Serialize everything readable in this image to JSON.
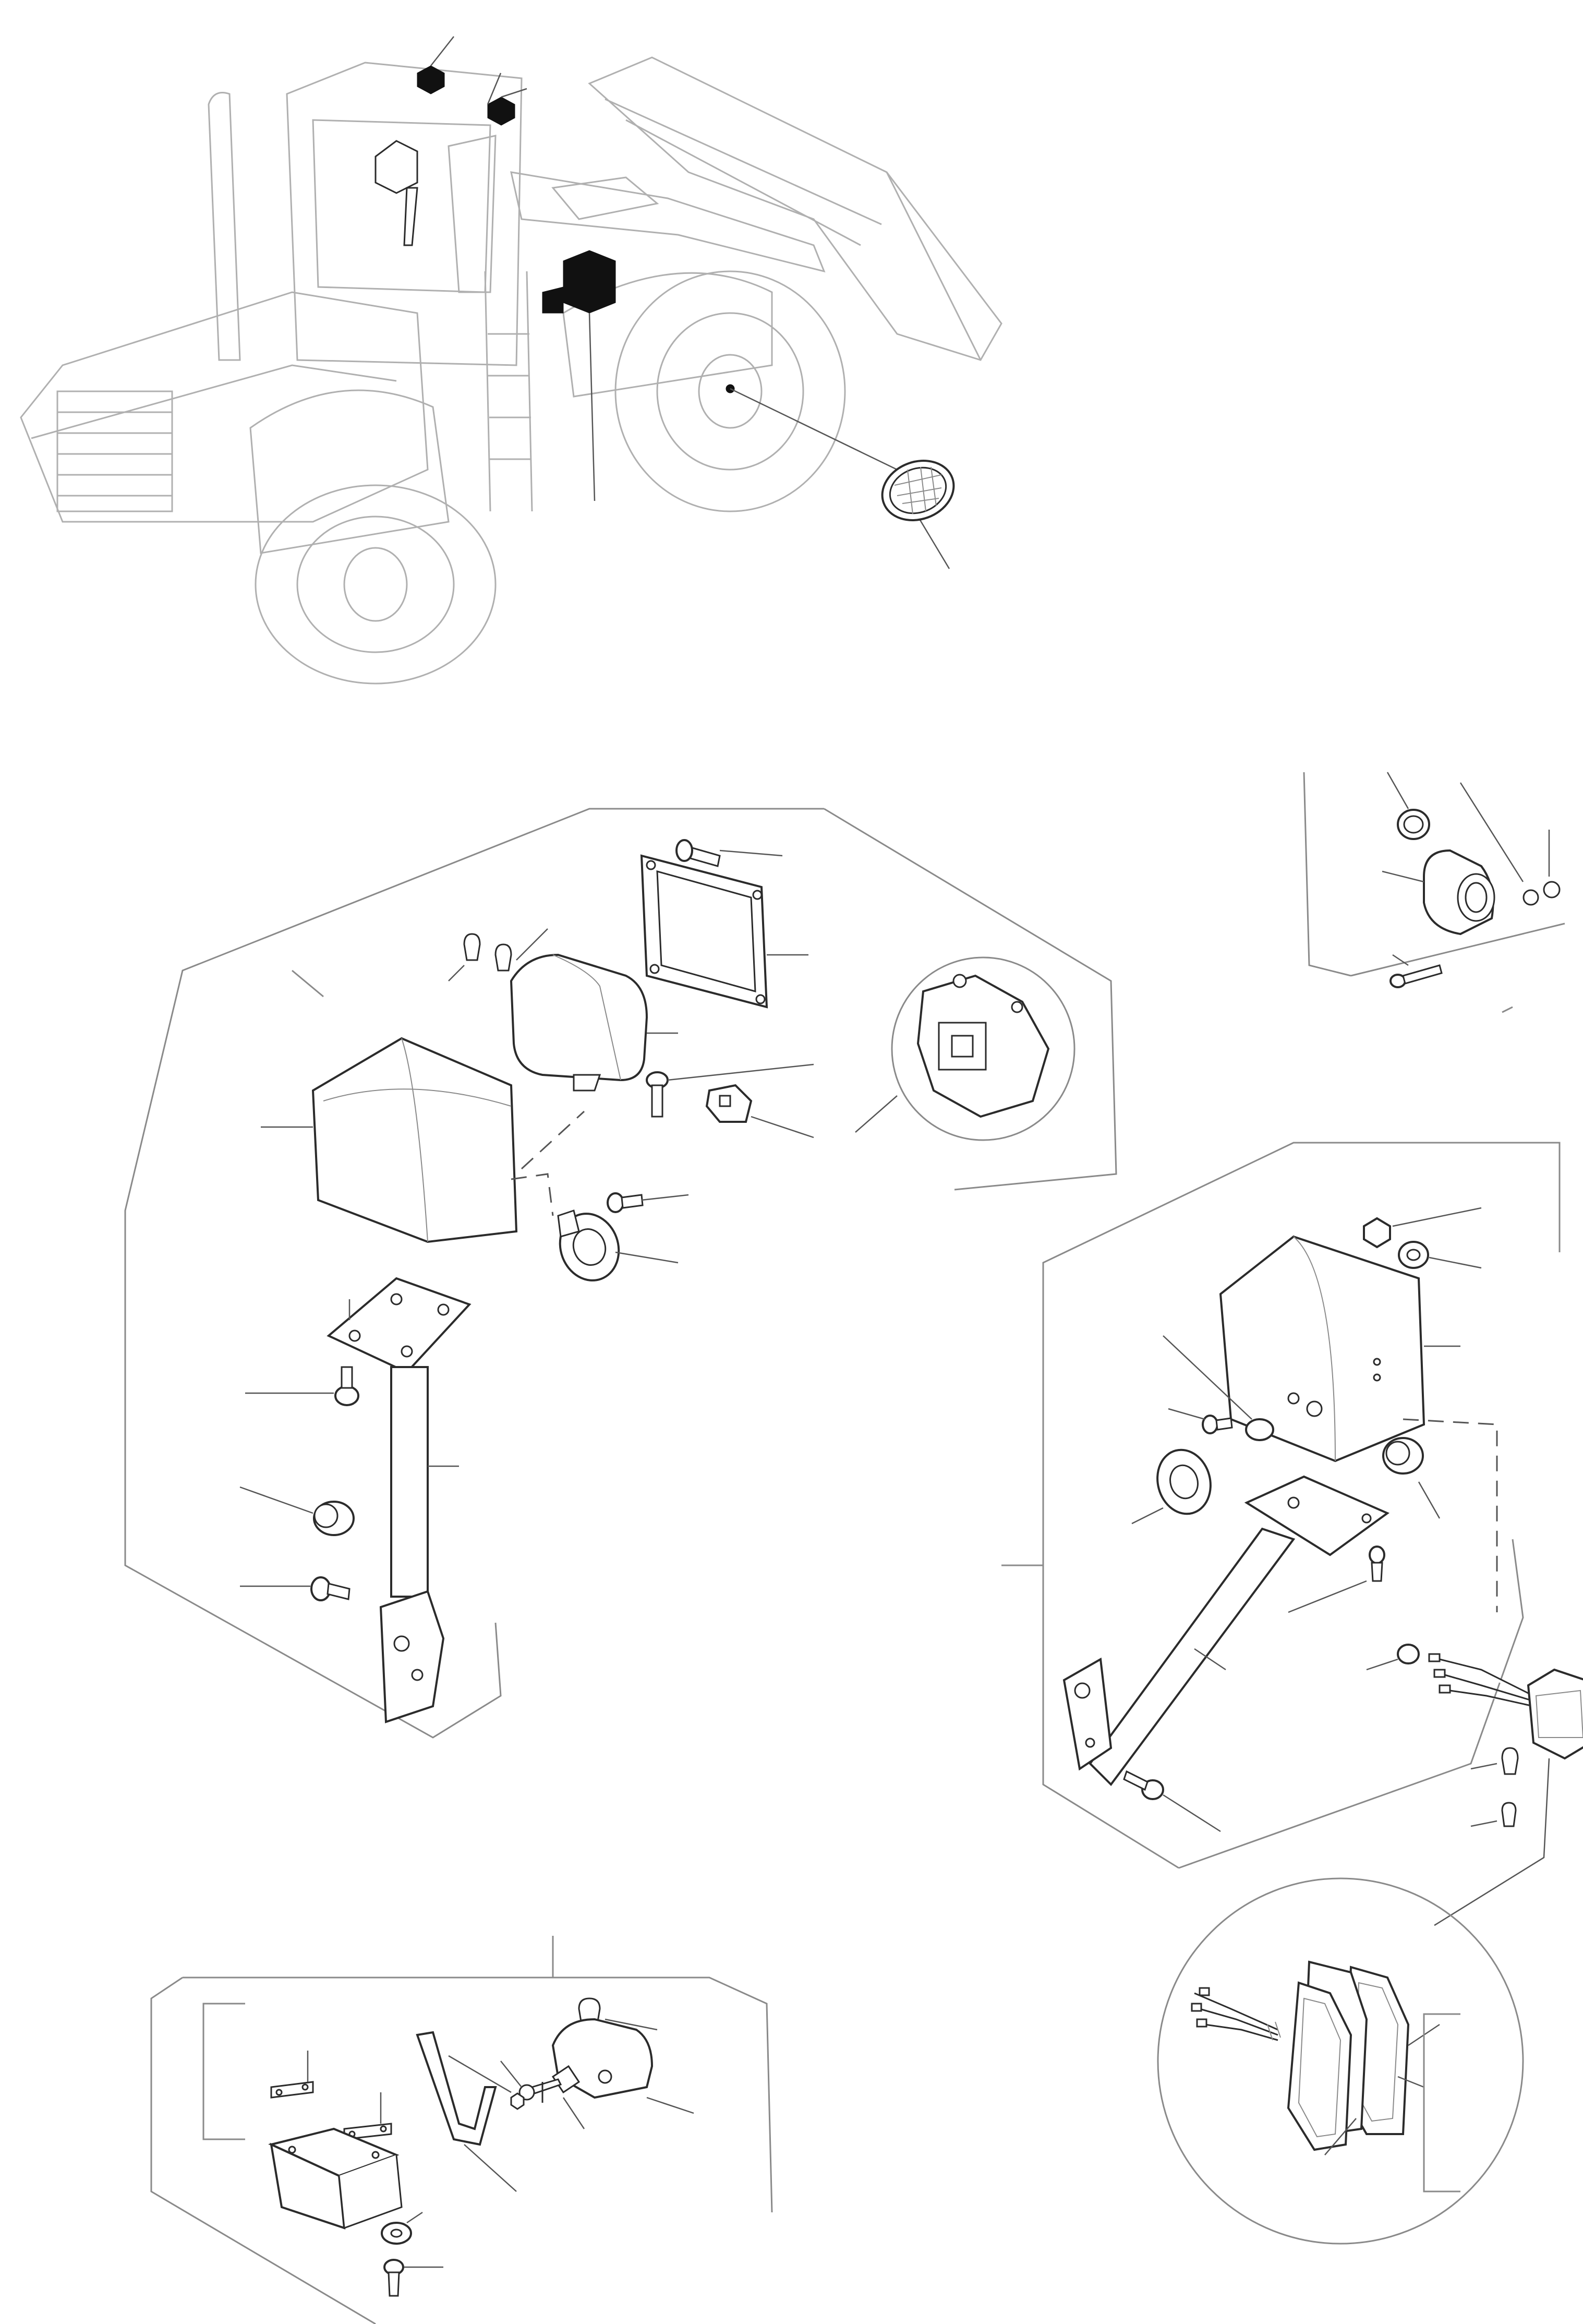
{
  "sheet": {
    "title": "",
    "background": "#ffffff",
    "line_color": "#2b2b2b",
    "ghost_line_color": "#b0b0b0",
    "highlight_color": "#111111"
  },
  "groups": [
    {
      "name": "machine-overview",
      "label": ""
    },
    {
      "name": "headlamp-assembly",
      "label": ""
    },
    {
      "name": "socket-assembly",
      "label": ""
    },
    {
      "name": "rear-lamp-assembly",
      "label": ""
    },
    {
      "name": "plate-lamp-assembly",
      "label": ""
    },
    {
      "name": "lens-detail",
      "label": ""
    }
  ]
}
